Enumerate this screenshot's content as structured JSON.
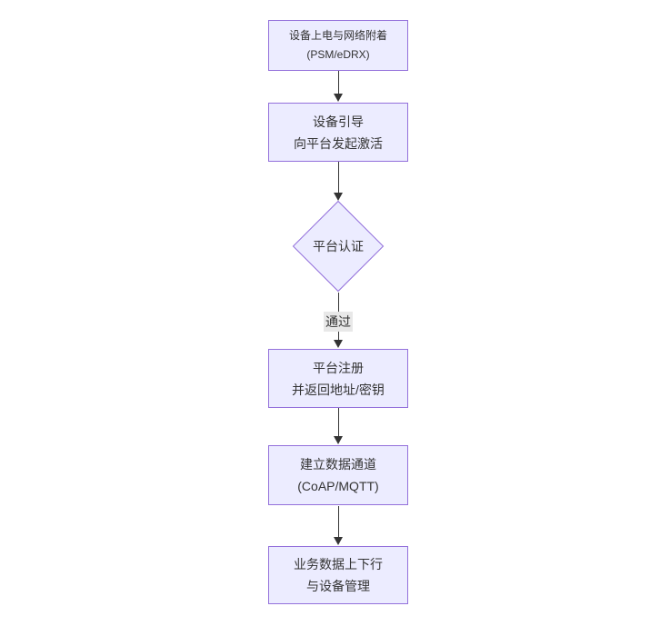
{
  "style": {
    "canvas_bg": "#ffffff",
    "node_fill": "#ECECFF",
    "node_border": "#9370DB",
    "text_color": "#333333",
    "arrow_color": "#333333",
    "edge_label_bg": "#e8e8e8"
  },
  "diagram": {
    "type": "flowchart",
    "direction": "top-down",
    "nodes": {
      "power_attach": {
        "shape": "rect",
        "line1": "设备上电与网络附着",
        "line2": "(PSM/eDRX)"
      },
      "bootstrap": {
        "shape": "rect",
        "line1": "设备引导",
        "line2": "向平台发起激活"
      },
      "auth": {
        "shape": "diamond",
        "label": "平台认证"
      },
      "register": {
        "shape": "rect",
        "line1": "平台注册",
        "line2": "并返回地址/密钥"
      },
      "channel": {
        "shape": "rect",
        "line1": "建立数据通道",
        "line2": "(CoAP/MQTT)"
      },
      "business": {
        "shape": "rect",
        "line1": "业务数据上下行",
        "line2": "与设备管理"
      }
    },
    "edges": [
      {
        "from": "power_attach",
        "to": "bootstrap",
        "label": ""
      },
      {
        "from": "bootstrap",
        "to": "auth",
        "label": ""
      },
      {
        "from": "auth",
        "to": "register",
        "label": "通过"
      },
      {
        "from": "register",
        "to": "channel",
        "label": ""
      },
      {
        "from": "channel",
        "to": "business",
        "label": ""
      }
    ]
  }
}
